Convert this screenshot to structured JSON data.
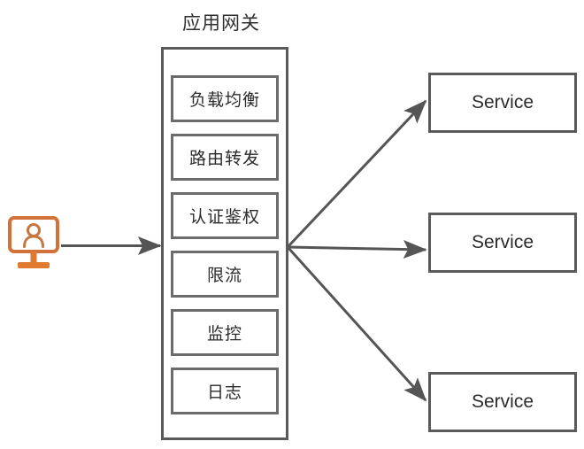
{
  "diagram": {
    "title": "应用网关",
    "background_color": "#ffffff",
    "line_color": "#5a5a5a",
    "accent_color": "#d2713a",
    "client": {
      "icon": "user-monitor-icon",
      "label": ""
    },
    "gateway": {
      "title": "应用网关",
      "features": [
        {
          "label": "负载均衡"
        },
        {
          "label": "路由转发"
        },
        {
          "label": "认证鉴权"
        },
        {
          "label": "限流"
        },
        {
          "label": "监控"
        },
        {
          "label": "日志"
        }
      ]
    },
    "services": [
      {
        "label": "Service"
      },
      {
        "label": "Service"
      },
      {
        "label": "Service"
      }
    ],
    "edges": [
      {
        "from": "client",
        "to": "gateway",
        "style": "arrow"
      },
      {
        "from": "gateway",
        "to": "service-1",
        "style": "arrow"
      },
      {
        "from": "gateway",
        "to": "service-2",
        "style": "arrow"
      },
      {
        "from": "gateway",
        "to": "service-3",
        "style": "arrow"
      }
    ]
  }
}
